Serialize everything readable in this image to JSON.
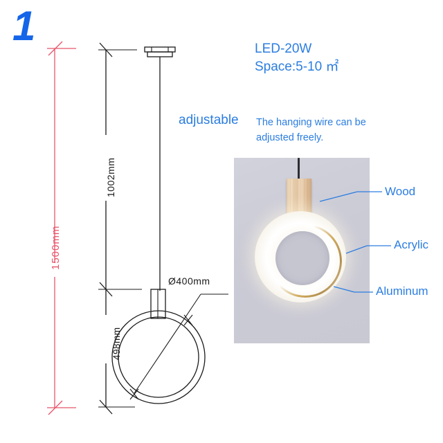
{
  "step": {
    "number": "1"
  },
  "spec": {
    "text": "LED-20W\nSpace:5-10 ㎡",
    "power": "LED-20W",
    "space": "Space:5-10 ㎡"
  },
  "notes": {
    "adjustable_label": "adjustable",
    "wire_note": "The hanging wire can be\nadjusted freely."
  },
  "dimensions": {
    "total_height": "1500mm",
    "wire_drop": "1002mm",
    "ring_height": "498mm",
    "diameter": "Ø400mm"
  },
  "callouts": [
    {
      "label": "Wood"
    },
    {
      "label": "Acrylic"
    },
    {
      "label": "Aluminum"
    }
  ],
  "colors": {
    "accent_blue": "#2b7de0",
    "step_blue": "#1565e8",
    "dimension_red": "#e8546a",
    "line_black": "#1a1a1a",
    "photo_background": "#cdcdd8",
    "wood": "#e3c6a3",
    "aluminum_gold": "#cda654"
  },
  "icons": {
    "ceiling_canopy": "canopy-icon",
    "ring_lamp": "ring-lamp-icon"
  }
}
